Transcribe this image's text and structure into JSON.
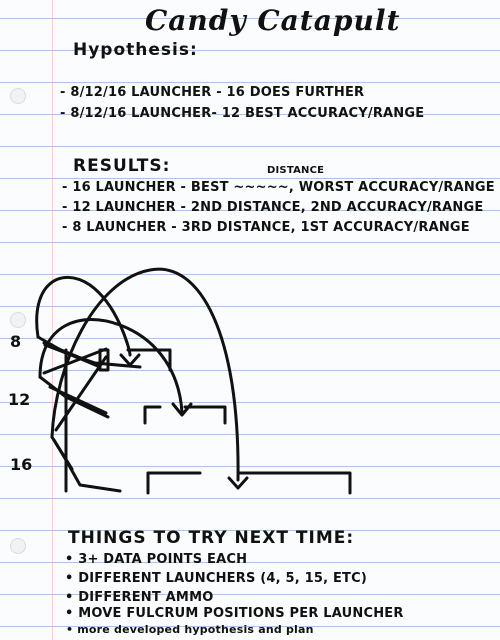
{
  "title": "Candy Catapult",
  "hypothesis": {
    "heading": "Hypothesis:",
    "lines": [
      "- 8/12/16 LAUNCHER - 16 DOES FURTHER",
      "- 8/12/16 LAUNCHER- 12 BEST ACCURACY/RANGE"
    ]
  },
  "results": {
    "heading": "RESULTS:",
    "insert_word": "DISTANCE",
    "lines": [
      "- 16 LAUNCHER - BEST ~~~~~, WORST ACCURACY/RANGE",
      "- 12 LAUNCHER - 2ND DISTANCE, 2ND ACCURACY/RANGE",
      "- 8 LAUNCHER - 3RD DISTANCE, 1ST ACCURACY/RANGE"
    ]
  },
  "diagram": {
    "labels": [
      "8",
      "12",
      "16"
    ]
  },
  "next_time": {
    "heading": "THINGS TO TRY NEXT TIME:",
    "items": [
      "• 3+ DATA POINTS EACH",
      "• DIFFERENT LAUNCHERS (4, 5, 15, ETC)",
      "• DIFFERENT AMMO",
      "• MOVE FULCRUM POSITIONS PER LAUNCHER",
      "• more developed hypothesis and plan"
    ]
  }
}
